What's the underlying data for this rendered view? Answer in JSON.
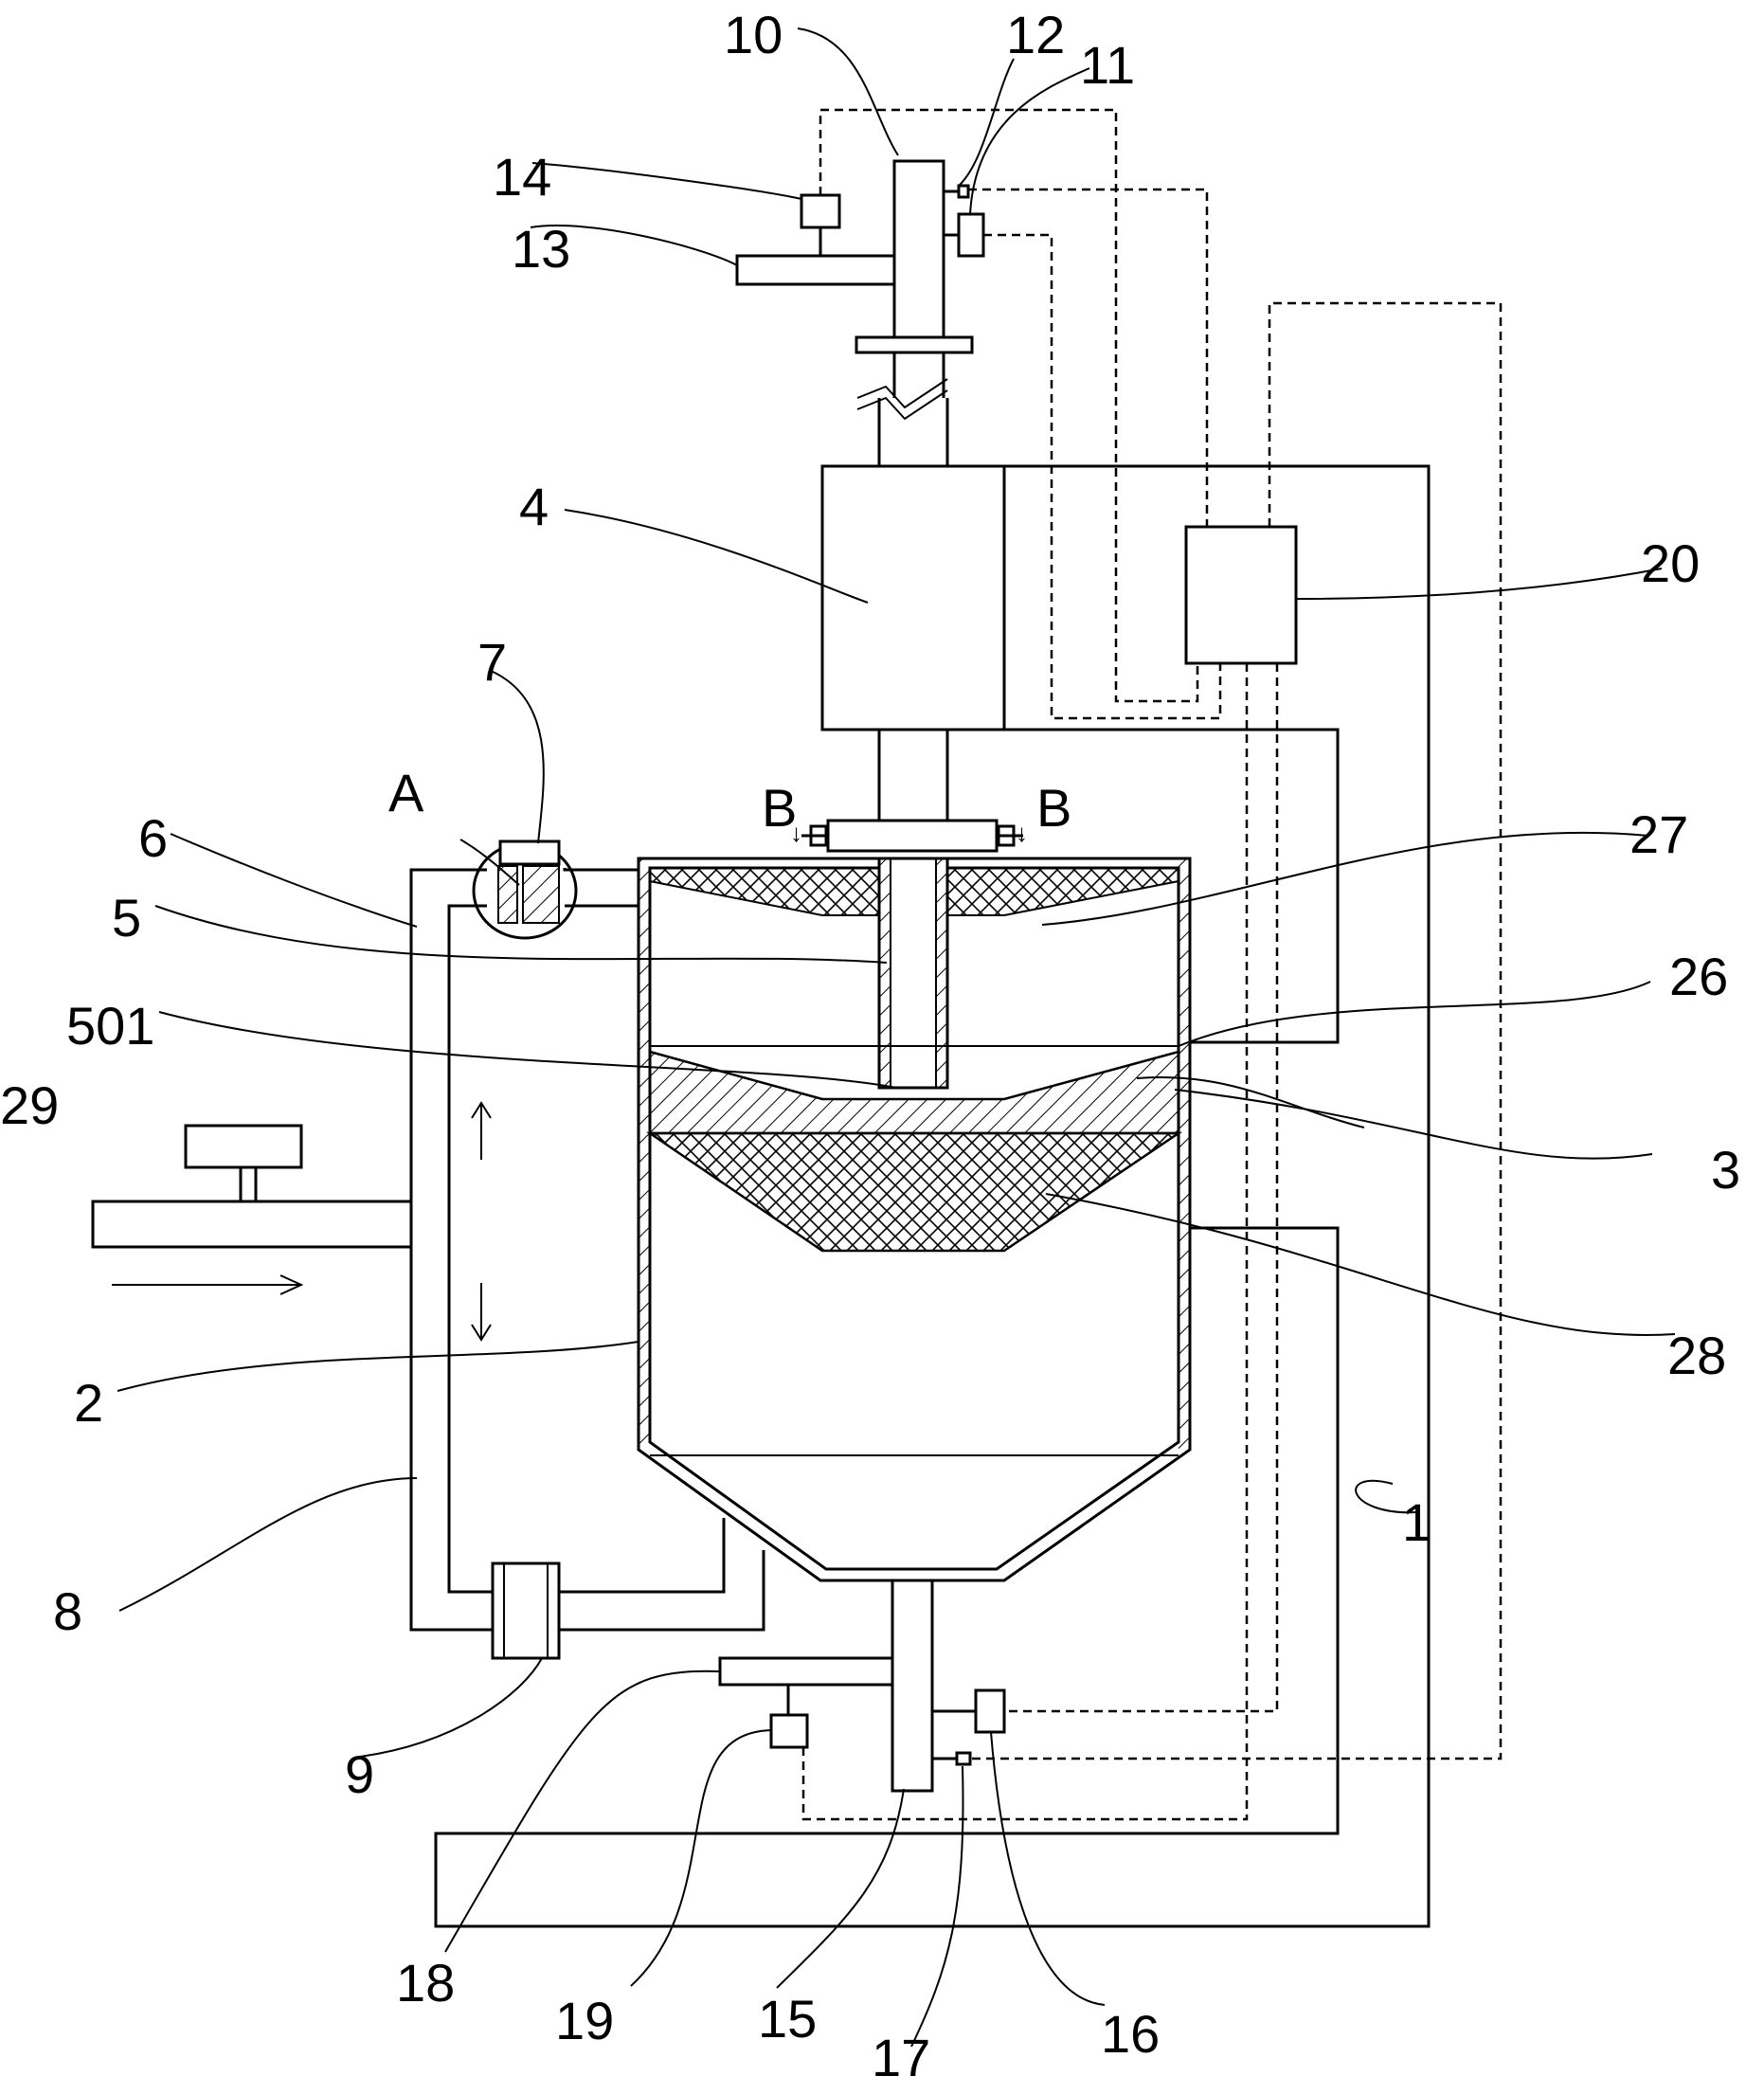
{
  "figure": {
    "labels": [
      {
        "key": "n1",
        "text": "1"
      },
      {
        "key": "n2",
        "text": "2"
      },
      {
        "key": "n3",
        "text": "3"
      },
      {
        "key": "n4",
        "text": "4"
      },
      {
        "key": "n5",
        "text": "5"
      },
      {
        "key": "n501",
        "text": "501"
      },
      {
        "key": "n6",
        "text": "6"
      },
      {
        "key": "n7",
        "text": "7"
      },
      {
        "key": "nA",
        "text": "A"
      },
      {
        "key": "n8",
        "text": "8"
      },
      {
        "key": "n9",
        "text": "9"
      },
      {
        "key": "n10",
        "text": "10"
      },
      {
        "key": "n11",
        "text": "11"
      },
      {
        "key": "n12",
        "text": "12"
      },
      {
        "key": "n13",
        "text": "13"
      },
      {
        "key": "n14",
        "text": "14"
      },
      {
        "key": "n15",
        "text": "15"
      },
      {
        "key": "n16",
        "text": "16"
      },
      {
        "key": "n17",
        "text": "17"
      },
      {
        "key": "n18",
        "text": "18"
      },
      {
        "key": "n19",
        "text": "19"
      },
      {
        "key": "n20",
        "text": "20"
      },
      {
        "key": "n26",
        "text": "26"
      },
      {
        "key": "n27",
        "text": "27"
      },
      {
        "key": "n28",
        "text": "28"
      },
      {
        "key": "n29",
        "text": "29"
      },
      {
        "key": "bLeft",
        "text": "B"
      },
      {
        "key": "bRight",
        "text": "B"
      }
    ]
  }
}
